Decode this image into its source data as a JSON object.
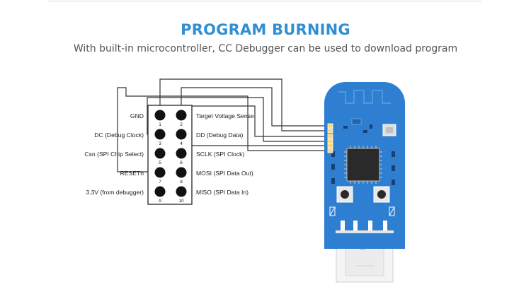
{
  "header": {
    "title": "PROGRAM BURNING",
    "subtitle": "With built-in microcontroller, CC Debugger can be used to download program"
  },
  "connector": {
    "pins": [
      {
        "left_label": "GND",
        "right_label": "Target Voltage Sense",
        "odd": "1",
        "even": "2"
      },
      {
        "left_label": "DC (Debug Clock)",
        "right_label": "DD (Debug Data)",
        "odd": "3",
        "even": "4"
      },
      {
        "left_label": "Csn (SPI Chip Select)",
        "right_label": "SCLK (SPI Clock)",
        "odd": "5",
        "even": "6"
      },
      {
        "left_label": "RESETn",
        "right_label": "MOSI (SPI Data Out)",
        "odd": "7",
        "even": "8"
      },
      {
        "left_label": "3.3V (from debugger)",
        "right_label": "MISO (SPI Data In)",
        "odd": "9",
        "even": "10"
      }
    ]
  },
  "colors": {
    "title": "#2f8fd3",
    "board": "#2e7fd1",
    "board_dark": "#2165b0",
    "chip": "#2a2a2a",
    "wire": "#333333"
  }
}
